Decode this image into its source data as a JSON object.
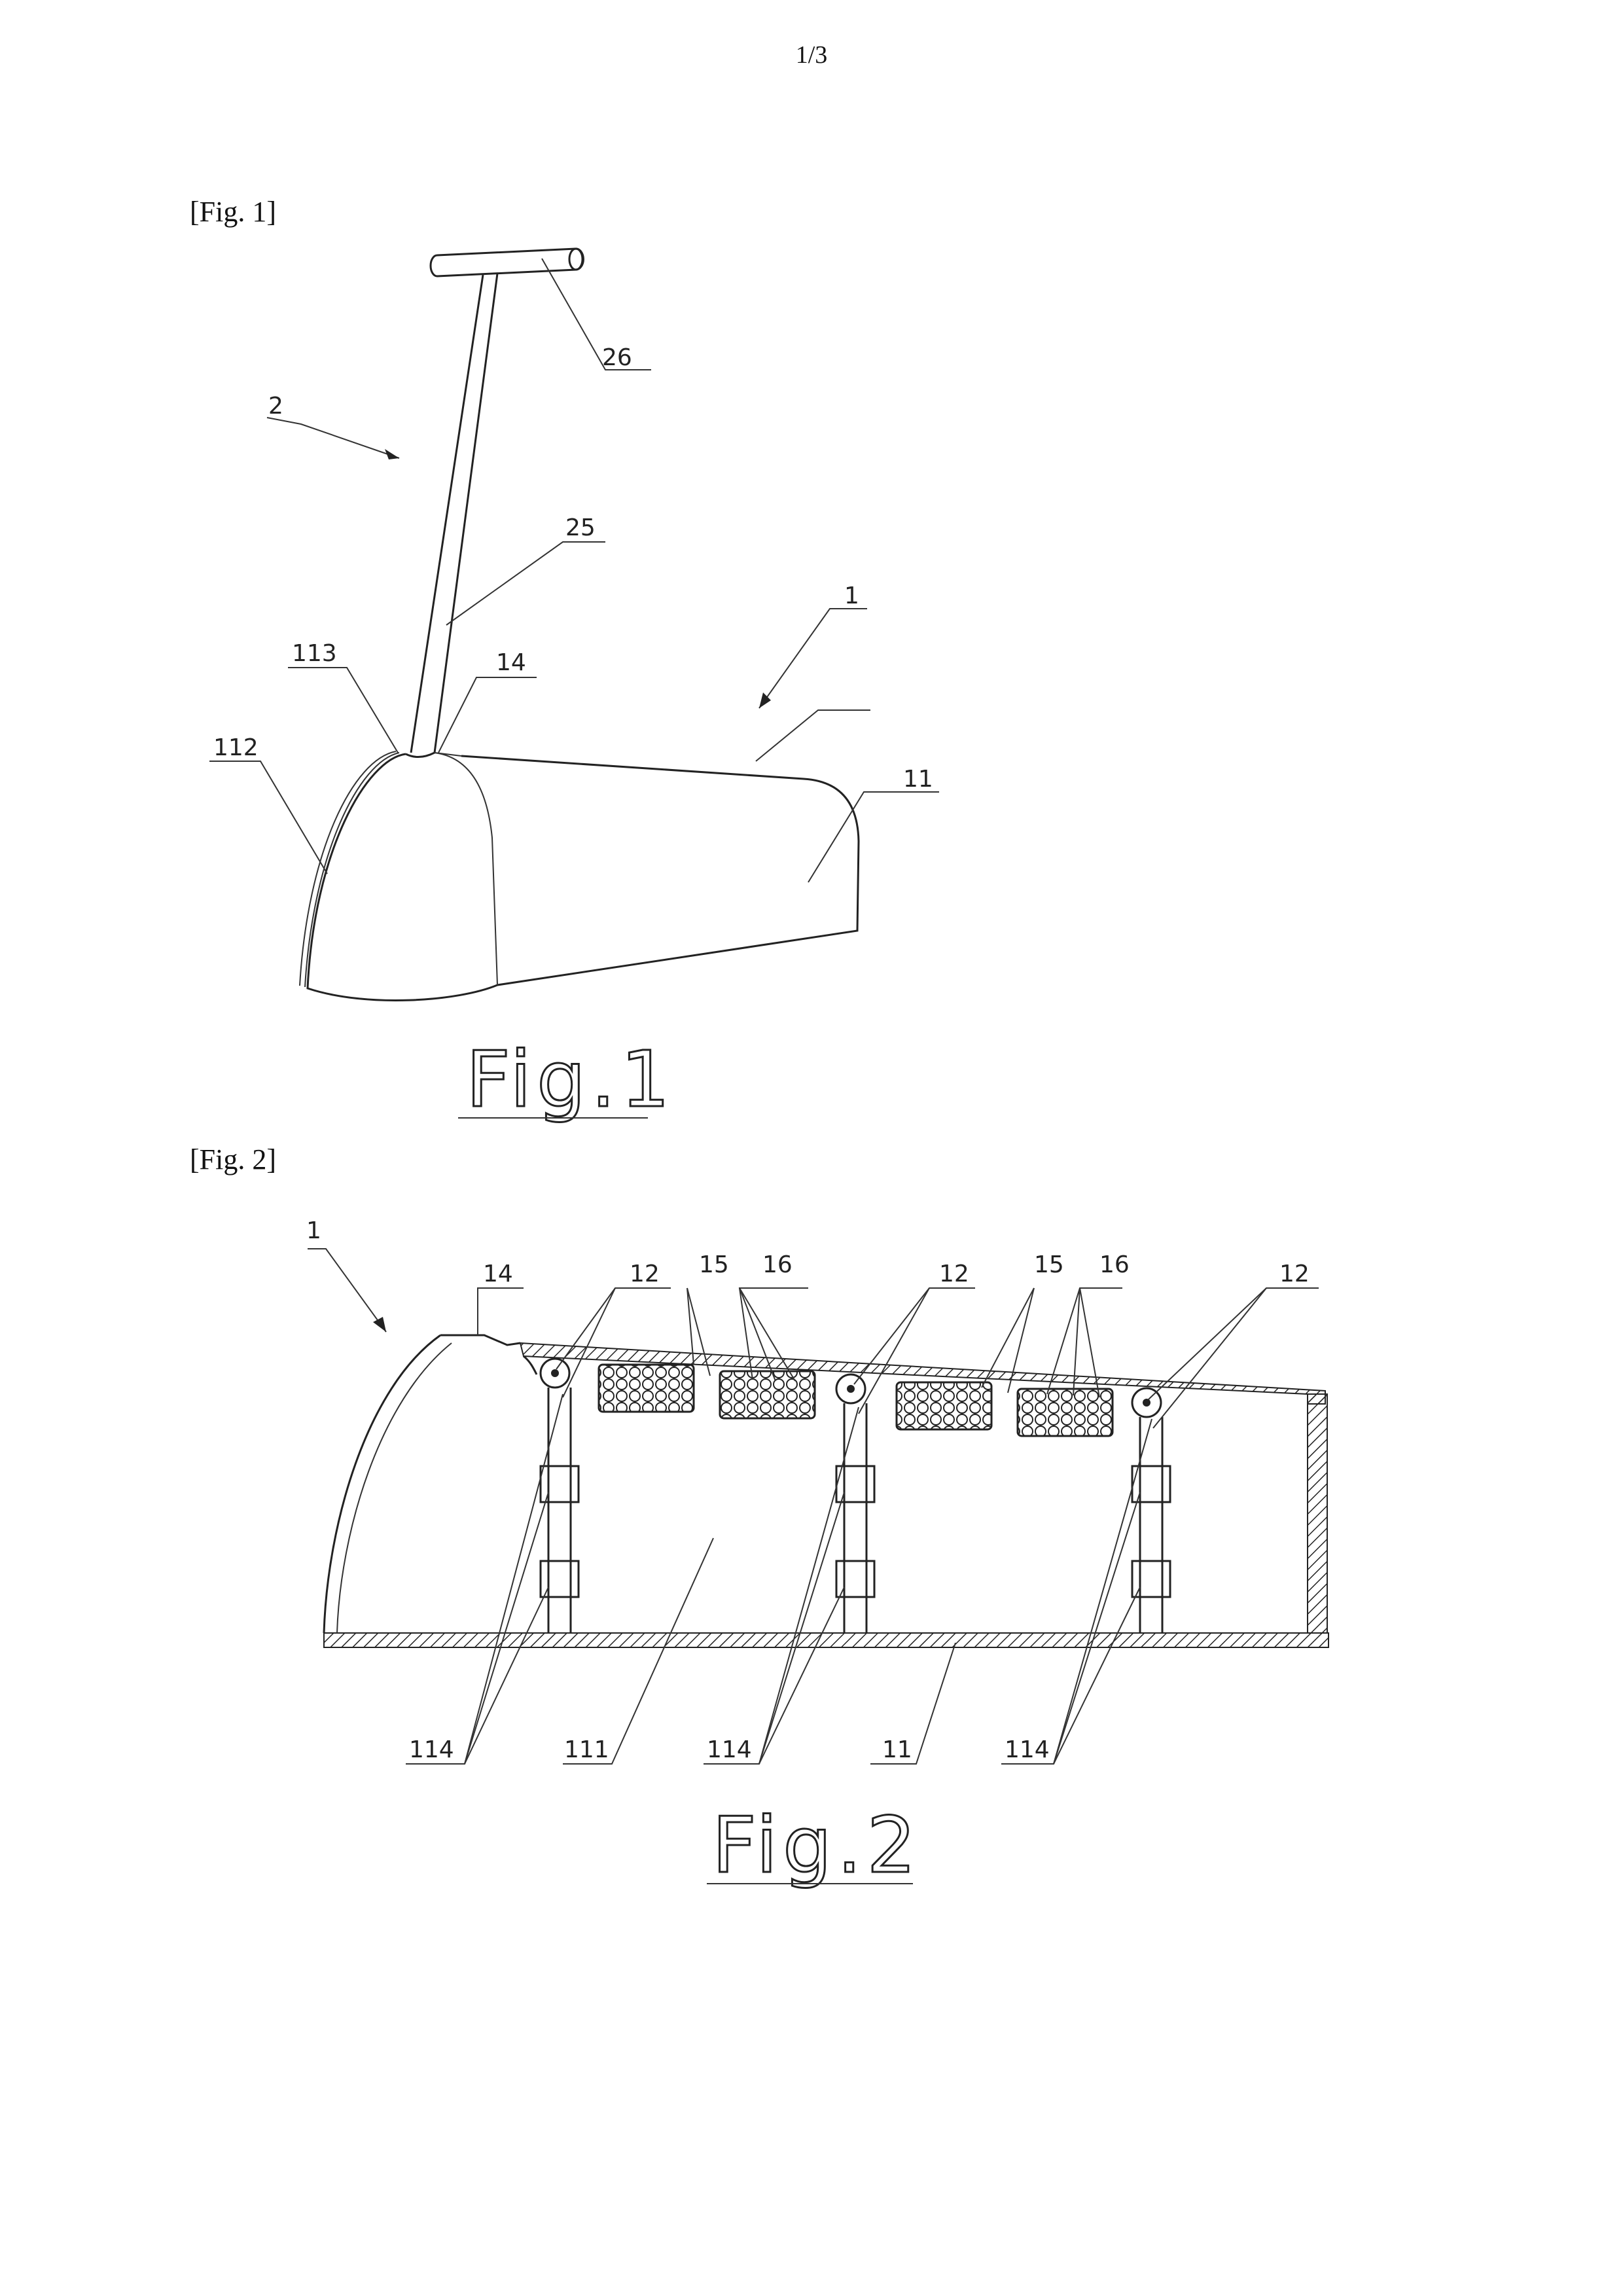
{
  "page": {
    "number": "1/3"
  },
  "fig1": {
    "bracket_label": "[Fig. 1]",
    "caption": "Fig.1",
    "refs": {
      "r26": "26",
      "r2": "2",
      "r25": "25",
      "r1": "1",
      "r113": "113",
      "r14": "14",
      "r112": "112",
      "r11": "11"
    }
  },
  "fig2": {
    "bracket_label": "[Fig. 2]",
    "caption": "Fig.2",
    "refs": {
      "r1": "1",
      "r14": "14",
      "r12": "12",
      "r15": "15",
      "r16": "16",
      "r114": "114",
      "r111": "111",
      "r11": "11"
    }
  }
}
